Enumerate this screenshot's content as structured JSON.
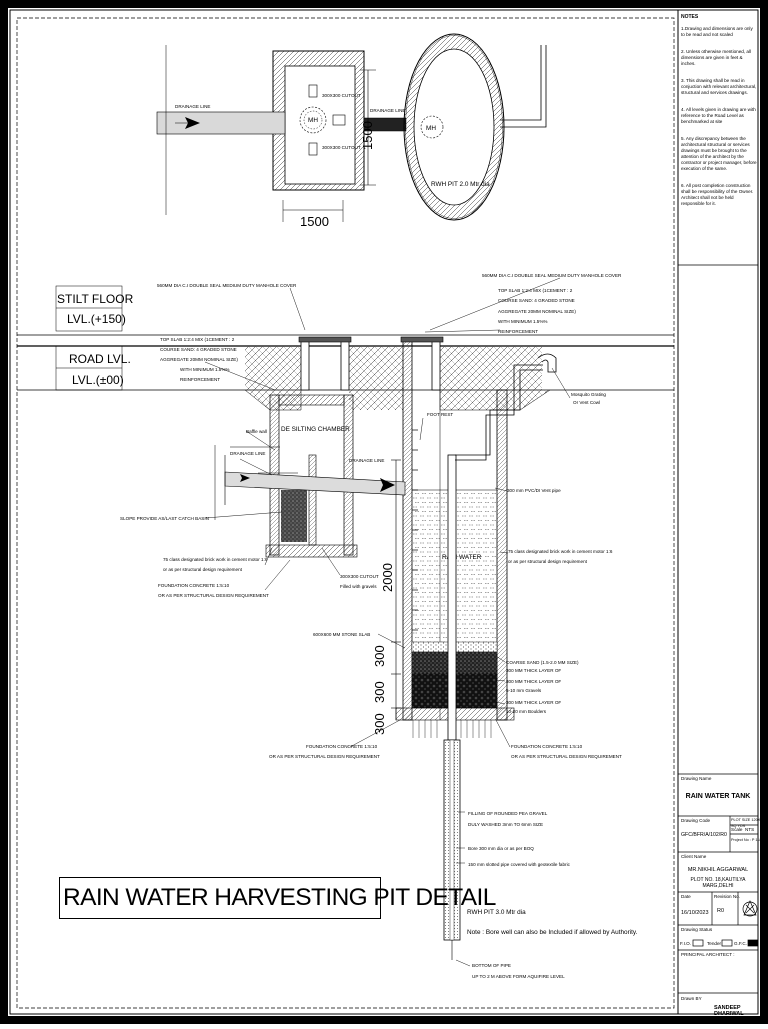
{
  "drawing_title": "RAIN WATER HARVESTING PIT DETAIL",
  "plan": {
    "dim_width": "1500",
    "dim_height": "1500",
    "drainage_line_left": "DRAINAGE LINE",
    "drainage_line_right": "DRAINAGE LINE",
    "cutout_1": "300X300 CUTOUT",
    "cutout_2": "300X300 CUTOUT",
    "manhole_left": "MH",
    "manhole_right": "MH",
    "pit_label": "RWH PIT 2.0 Mtr dia"
  },
  "levels": {
    "stilt_floor": "STILT FLOOR",
    "stilt_lvl": "LVL.(+150)",
    "road_lvl": "ROAD LVL.",
    "road_lvl2": "LVL.(±00)"
  },
  "section_labels": {
    "cover_left": "560MM DIA C.I DOUBLE SEAL MEDIUM DUTY MANHOLE COVER",
    "cover_right": "560MM DIA C.I DOUBLE SEAL MEDIUM DUTY MANHOLE COVER",
    "slab_left_1": "TOP SLAB 1:2:4 MIX (1CEMENT : 2",
    "slab_left_2": "COURSE SAND: 4 GRADED STONE",
    "slab_left_3": "AGGREGATE 20MM NOMINAL SIZE)",
    "slab_left_4": "WITH MINIMUM 1.5%%",
    "slab_left_5": "REINFORCEMENT",
    "slab_right_1": "TOP SLAB 1:2:4 MIX (1CEMENT : 2",
    "slab_right_2": "COURSE SAND: 4 GRADED STONE",
    "slab_right_3": "AGGREGATE 20MM NOMINAL SIZE)",
    "slab_right_4": "WITH MINIMUM 1.5%%",
    "slab_right_5": "REINFORCEMENT",
    "mosquito_1": "Mosquito Grating",
    "mosquito_2": "Or Vent Cowl",
    "desilting": "DE SILTING CHAMBER",
    "baffle_wall": "Baffle wall",
    "drainage_line": "DRAINAGE LINE",
    "drainage_line_2": "DRAINAGE LINE",
    "foot_rest": "FOOT REST",
    "slope": "SLOPE PROVIDE AS/LAST CATCH BASIN",
    "brick_left_1": "75 class designated brick work in cement motor 1:6",
    "brick_left_2": "or as per  structural design requirement",
    "brick_right_1": "75 class designated brick work in cement motor 1:6",
    "brick_right_2": "or as per  structural design requirement",
    "cutout_1": "300X300 CUTOUT",
    "cutout_2": "Filled with gravels",
    "foundation_left_1": "FOUNDATION CONCRETE 1:5:10",
    "foundation_left_2": "OR AS PER  STRUCTURAL DESIGN REQUIREMENT",
    "pvc_pipe": "300 mm PVC/DI Vent pipe",
    "rain_water": "RAIN WATER",
    "dim_2000": "2000",
    "dim_300_a": "300",
    "dim_300_b": "300",
    "dim_300_c": "300",
    "stone_slab": "600X600 MM STONE SLAB",
    "sand": "COARSE SAND (1.5-2.0 MM SIZE)",
    "layer_1": "300 MM THICK LAYER OF",
    "layer_2": "300 MM THICK LAYER OF",
    "gravels": "5-10 mm Gravels",
    "layer_3": "300 MM THICK LAYER OF",
    "boulders": "10-20 mm Boulders",
    "foundation_mid_1": "FOUNDATION CONCRETE 1:5:10",
    "foundation_mid_2": "OR AS PER  STRUCTURAL DESIGN REQUIREMENT",
    "foundation_right_1": "FOUNDATION CONCRETE 1:5:10",
    "foundation_right_2": "OR AS PER  STRUCTURAL DESIGN REQUIREMENT",
    "pea_gravel_1": "FILLING OF ROUNDED  PEA GRAVEL",
    "pea_gravel_2": "DULY WASHED 3mm TO 6mm SIZE",
    "bore": "Bore 300 mm dia or as per BOQ",
    "slotted": "150 mm slotted pipe covered with geotextile fabric",
    "rwh_pit": "RWH PIT 3.0 Mtr dia",
    "note": "Note : Bore well can also be Included if allowed by Authority.",
    "bottom_1": "BOTTOM OF PIPE",
    "bottom_2": "UP TO 2 M ABOVE FORM AQUIFIRE LEVEL"
  },
  "title_block": {
    "notes_heading": "NOTES",
    "notes": [
      "1.Drawing and dimensions are only to be read and not scaled",
      "2. Unless otherwise mentioned, all dimensions are given in feet & inches.",
      "3. This drawing shall be read in conjuction with relevant architectural, structural and services drawings.",
      "4. All levels given in  drawing are with reference to the Road Level as benchmarked at site",
      "5. Any discrepancy between the architectural structural or services drawings must be brought to the attention of the architect by the contractor or project manager, before execution of the same.",
      "6. All post completion construction shall be responsibility of the Owner. Architect shall not be held responsible for it."
    ],
    "drawing_name_label": "Drawing Name",
    "drawing_name": "RAIN WATER TANK",
    "drawing_code_label": "Drawing Code",
    "drawing_code": "GFC/BFR/A/102/R0",
    "plot_size": "PLOT SIZE 120X1 SQ YDS",
    "scale_label": "Scale",
    "scale": "NTS",
    "project_no": "Project No : P 1187",
    "client_label": "Client Name",
    "client_name": "MR.NIKHIL AGGARWAL",
    "client_address": "PLOT NO. 18,KAUTILYA MARG,DELHI",
    "date_label": "Date",
    "date": "16/10/2023",
    "revision_label": "Revision No.",
    "revision": "R0",
    "status_label": "Drawing Status",
    "status_1": "F.I.O.",
    "status_2": "Tender",
    "status_3": "G.F.C.",
    "principal_label": "PRINCIPAL ARCHITECT :",
    "drawn_label": "Drawn BY",
    "drawn_by": "SANDEEP DHARIWAL"
  }
}
